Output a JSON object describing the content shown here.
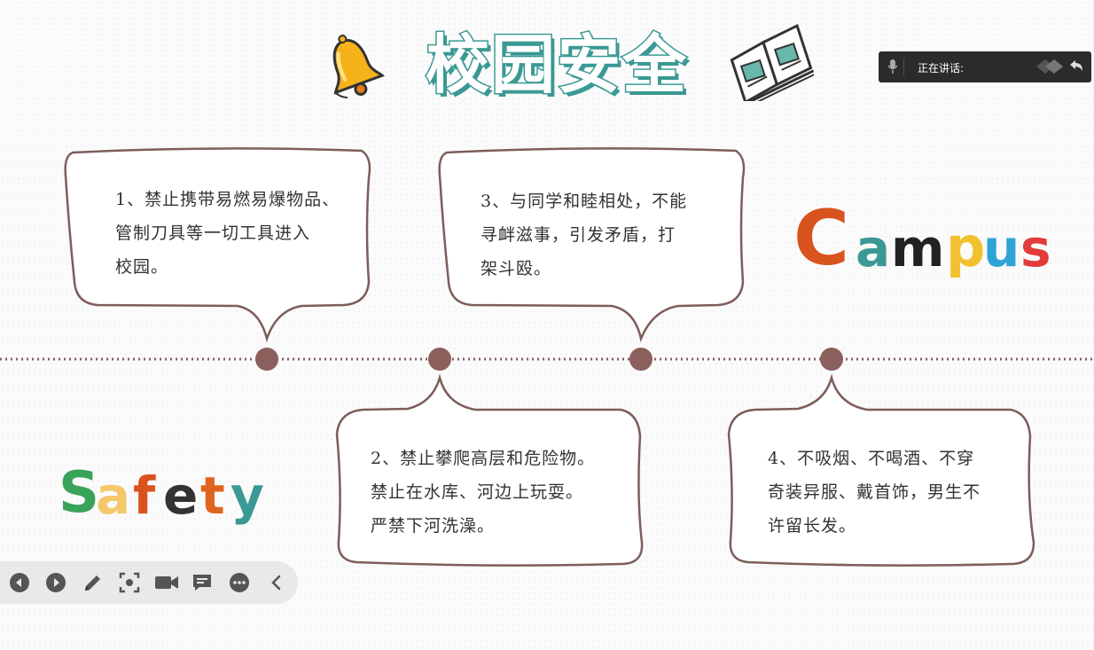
{
  "slide": {
    "title": "校园安全",
    "campus_word": {
      "letters": [
        "C",
        "a",
        "m",
        "p",
        "u",
        "s"
      ],
      "colors": [
        "#d9531e",
        "#3a9994",
        "#222222",
        "#f2c12e",
        "#2ea3d6",
        "#e23b3b"
      ]
    },
    "safety_word": {
      "letters": [
        "S",
        "a",
        "f",
        "e",
        "t",
        "y"
      ],
      "colors": [
        "#3aa35a",
        "#f5c96b",
        "#d9531e",
        "#333333",
        "#e0641e",
        "#3a9994"
      ]
    },
    "bubbles": [
      {
        "lines": [
          "1、禁止携带易燃易爆物品、",
          "管制刀具等一切工具进入",
          "校园。"
        ]
      },
      {
        "lines": [
          "2、禁止攀爬高层和危险物。",
          "禁止在水库、河边上玩耍。",
          "严禁下河洗澡。"
        ]
      },
      {
        "lines": [
          "3、与同学和睦相处，不能",
          "寻衅滋事，引发矛盾，打",
          "架斗殴。"
        ]
      },
      {
        "lines": [
          "4、不吸烟、不喝酒、不穿",
          "奇装异服、戴首饰，男生不",
          "许留长发。"
        ]
      }
    ]
  },
  "speaking": {
    "label": "正在讲话:"
  },
  "toolbar": {
    "tools": [
      "prev-icon",
      "next-icon",
      "pen-icon",
      "screenshot-icon",
      "camera-icon",
      "comment-icon",
      "more-icon",
      "collapse-icon"
    ]
  },
  "colors": {
    "title_teal": "#3a9994",
    "bubble_stroke": "#7d5e5a",
    "timeline_dot": "#8a5f5c"
  }
}
